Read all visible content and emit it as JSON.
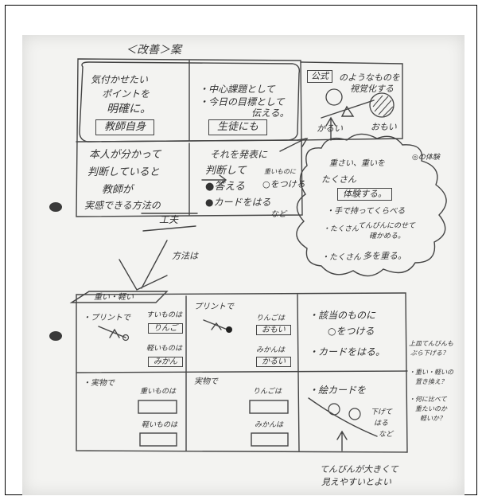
{
  "title": "＜改善＞案",
  "top": {
    "c1": {
      "l1": "気付かせたい",
      "l2": "ポイントを",
      "l3": "明確に。",
      "box": "教師自身"
    },
    "c2": {
      "l1": "・中心課題として",
      "l2": "・今日の目標として",
      "l3": "伝える。",
      "box": "生徒にも"
    },
    "c3": {
      "badge": "公式",
      "l1": "のようなものを",
      "l2": "視覚化する",
      "light": "かるい",
      "heavy": "おもい"
    }
  },
  "mid": {
    "c1": {
      "l1": "本人が分かって",
      "l2": "判断していると",
      "l3": "教師が",
      "l4": "実感できる方法の",
      "l5": "工夫"
    },
    "c2": {
      "l1": "それを発表に",
      "l2": "判断して",
      "ans": "●答える",
      "small": "重いものに",
      "circ": "○をつける",
      "card": "●カードをはる",
      "nado": "など"
    }
  },
  "cloud": {
    "l1": "重さい、重いを",
    "l2": "たくさん",
    "l3": "体験する。",
    "l4": "・手で持ってくらべる",
    "l5": "・たくさん",
    "l6": "てんびんにのせて",
    "l7": "確かめる。",
    "l8": "・たくさん",
    "l9": "多を重る。",
    "side": "◎の体験"
  },
  "mid_arrow": "方法は",
  "bottom": {
    "tag": "重い・軽い",
    "r1c1": {
      "l1": "・プリントで",
      "label": "すいものは",
      "b1": "りんご",
      "light": "軽いものは",
      "b2": "みかん"
    },
    "r1c2": {
      "l1": "プリントで",
      "label": "りんごは",
      "b1": "おもい",
      "label2": "みかんは",
      "b2": "かるい"
    },
    "r1c3": {
      "l1": "・該当のものに",
      "l2": "○をつける",
      "l3": "・カードをはる。"
    },
    "r2c1": {
      "l1": "・実物で",
      "label": "重いものは",
      "label2": "軽いものは"
    },
    "r2c2": {
      "l1": "実物で",
      "label": "りんごは",
      "label2": "みかんは"
    },
    "r2c3": {
      "l1": "・絵カードを",
      "l2": "下げて",
      "l3": "はる",
      "l4": "など"
    }
  },
  "right_notes": {
    "n1": "上皿てんびんも",
    "n2": "ぶら下げる？",
    "n3": "・重い・軽いの",
    "n4": "置き換え？",
    "n5": "・何に比べて",
    "n6": "重たいのか",
    "n7": "軽いか？"
  },
  "footer": {
    "l1": "てんびんが大きくて",
    "l2": "見えやすいとよい"
  }
}
